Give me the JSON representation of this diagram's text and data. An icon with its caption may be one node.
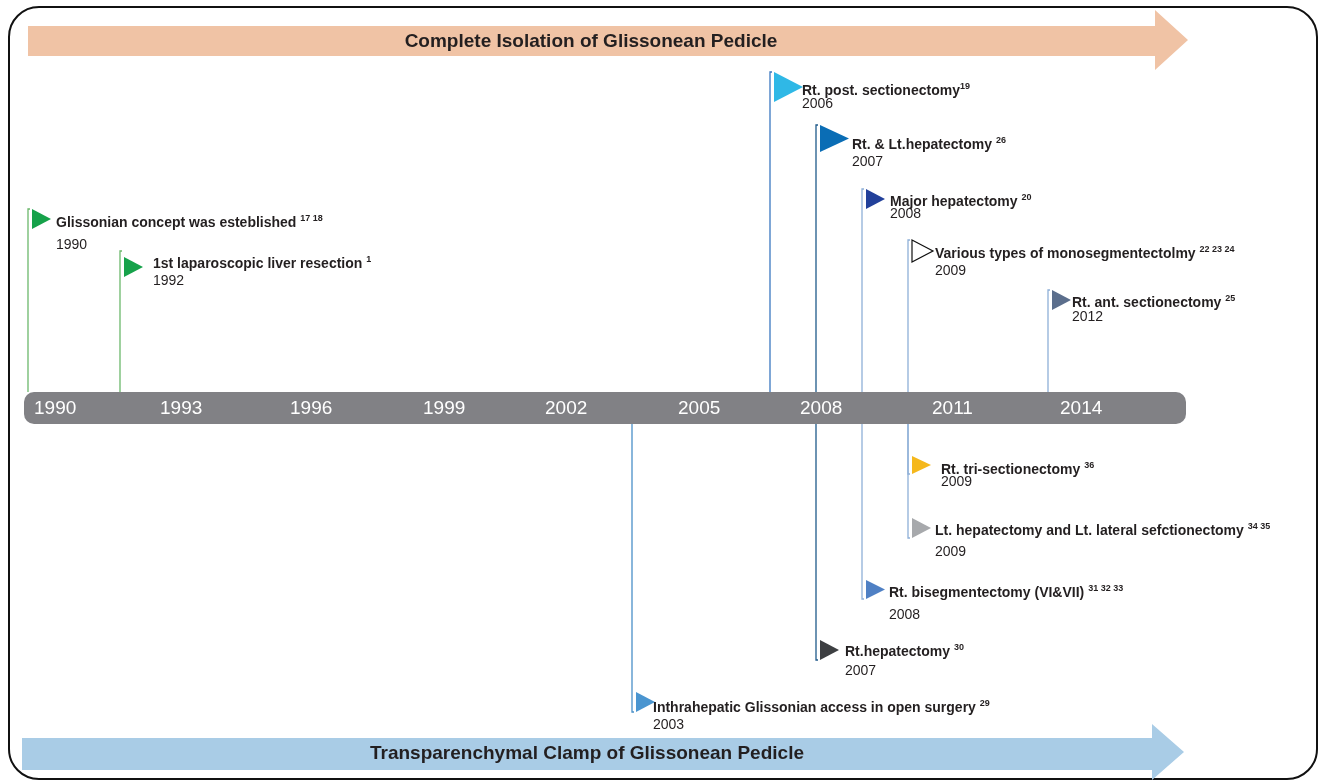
{
  "diagram": {
    "nodes": [
      {
        "text": [
          "Complete Isolation of Glissonean Pedicle"
        ]
      },
      {
        "text": [
          "Transparenchymal Clamp of Glissonean Pedicle"
        ]
      },
      {
        "text": [
          "1990",
          "1993",
          "1996",
          "1999",
          "2002",
          "2005",
          "2008",
          "2011",
          "2014"
        ]
      },
      {
        "text": [
          "Glissonian concept was esteblished $^{17 18}$",
          "1990"
        ]
      },
      {
        "text": [
          "1st laparoscopic liver resection $^{1}$",
          "1992"
        ]
      },
      {
        "text": [
          "Rt. post. sectionectomy$^{19}$",
          "2006"
        ]
      },
      {
        "text": [
          "Rt. & Lt.hepatectomy $^{26}$",
          "2007"
        ]
      },
      {
        "text": [
          "Major hepatectomy $^{20}$",
          "2008"
        ]
      },
      {
        "text": [
          "Various types of monosegmentectolmy $^{22 23 24}$",
          "2009"
        ]
      },
      {
        "text": [
          "Rt. ant. sectionectomy $^{25}$",
          "2012"
        ]
      },
      {
        "text": [
          "Rt. tri-sectionectomy $^{36}$",
          "2009"
        ]
      },
      {
        "text": [
          "Lt. hepatectomy and Lt. lateral sefctionectomy $^{34 35}$",
          "2009"
        ]
      },
      {
        "text": [
          "Rt. bisegmentectomy (VI&VII) $^{31 32 33}$",
          "2008"
        ]
      },
      {
        "text": [
          "Rt.hepatectomy $^{30}$",
          "2007"
        ]
      },
      {
        "text": [
          "Inthrahepatic Glissonian access in open surgery $^{29}$",
          "2003"
        ]
      }
    ],
    "edges": [
      {
        "from": 2,
        "to": 3,
        "arrow": "none",
        "color": "#6cb86c"
      },
      {
        "from": 2,
        "to": 4,
        "arrow": "none",
        "color": "#6cb86c"
      },
      {
        "from": 2,
        "to": 5,
        "arrow": "none",
        "color": "#3b78c0"
      },
      {
        "from": 2,
        "to": 6,
        "arrow": "none",
        "color": "#1f5a8a"
      },
      {
        "from": 2,
        "to": 7,
        "arrow": "none"
      },
      {
        "from": 2,
        "to": 8,
        "arrow": "none"
      },
      {
        "from": 2,
        "to": 9,
        "arrow": "none"
      },
      {
        "from": 2,
        "to": 10,
        "arrow": "none"
      },
      {
        "from": 2,
        "to": 11,
        "arrow": "none"
      },
      {
        "from": 2,
        "to": 12,
        "arrow": "none"
      },
      {
        "from": 2,
        "to": 13,
        "arrow": "none",
        "color": "#1f5a8a"
      },
      {
        "from": 2,
        "to": 14,
        "arrow": "none",
        "color": "#4a90c8"
      }
    ]
  }
}
